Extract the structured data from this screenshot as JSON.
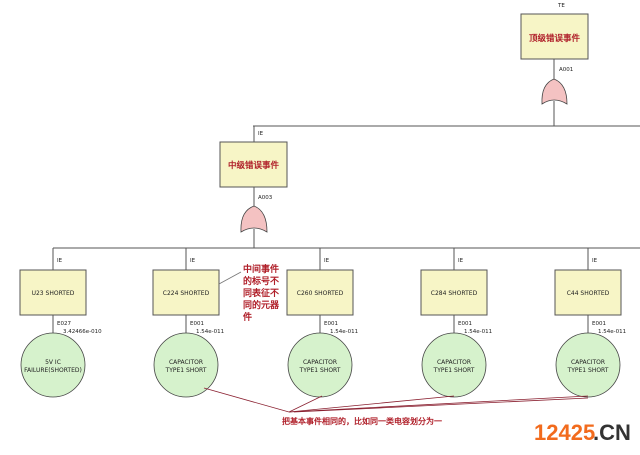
{
  "top_event": {
    "tag": "TE",
    "label": "顶级错误事件",
    "gate_id": "A001"
  },
  "mid_event": {
    "tag": "IE",
    "label": "中级错误事件",
    "gate_id": "A003"
  },
  "events": [
    {
      "tag": "IE",
      "label": "U23 SHORTED",
      "basic_id": "E027",
      "prob": "3.42466e-010",
      "basic_line1": "5V IC",
      "basic_line2": "FAILURE(SHORTED)"
    },
    {
      "tag": "IE",
      "label": "C224 SHORTED",
      "basic_id": "E001",
      "prob": "1.54e-011",
      "basic_line1": "CAPACITOR",
      "basic_line2": "TYPE1 SHORT"
    },
    {
      "tag": "IE",
      "label": "C260 SHORTED",
      "basic_id": "E001",
      "prob": "1.54e-011",
      "basic_line1": "CAPACITOR",
      "basic_line2": "TYPE1 SHORT"
    },
    {
      "tag": "IE",
      "label": "C284 SHORTED",
      "basic_id": "E001",
      "prob": "1.54e-011",
      "basic_line1": "CAPACITOR",
      "basic_line2": "TYPE1 SHORT"
    },
    {
      "tag": "IE",
      "label": "C44 SHORTED",
      "basic_id": "E001",
      "prob": "1.54e-011",
      "basic_line1": "CAPACITOR",
      "basic_line2": "TYPE1 SHORT"
    }
  ],
  "annotations": {
    "mid_note": [
      "中间事件",
      "的标号不",
      "同表征不",
      "同的元器",
      "件"
    ],
    "bottom_note": "把基本事件相同的，比如同一类电容划分为一"
  },
  "watermark": {
    "number": "12425",
    "suffix": ".CN"
  },
  "colors": {
    "box": "#f7f5c6",
    "basic": "#d6f2cc",
    "gate": "#f4c2c2",
    "note": "#b0202a",
    "wm_orange": "#f26b1d",
    "wm_dark": "#333333"
  }
}
